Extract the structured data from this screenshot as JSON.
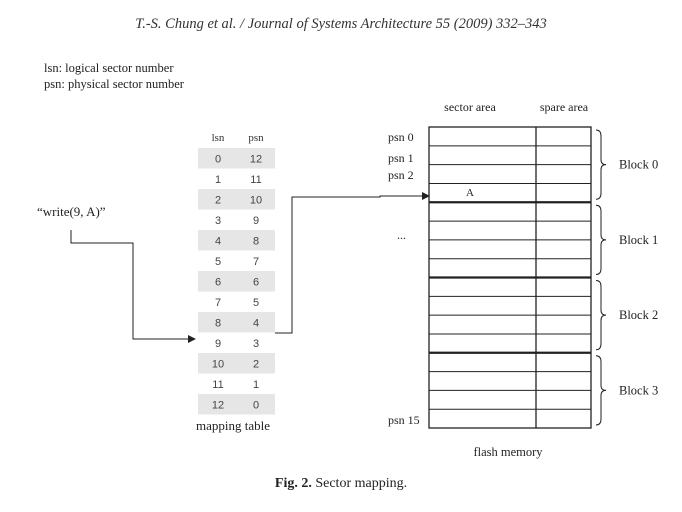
{
  "header": {
    "citation": "T.-S. Chung et al. / Journal of Systems Architecture 55 (2009) 332–343"
  },
  "legend": {
    "lsn": "lsn: logical sector number",
    "psn": "psn: physical sector number"
  },
  "command": "“write(9, A)”",
  "mapping_table": {
    "col_lsn": "lsn",
    "col_psn": "psn",
    "rows": [
      {
        "lsn": "0",
        "psn": "12"
      },
      {
        "lsn": "1",
        "psn": "11"
      },
      {
        "lsn": "2",
        "psn": "10"
      },
      {
        "lsn": "3",
        "psn": "9"
      },
      {
        "lsn": "4",
        "psn": "8"
      },
      {
        "lsn": "5",
        "psn": "7"
      },
      {
        "lsn": "6",
        "psn": "6"
      },
      {
        "lsn": "7",
        "psn": "5"
      },
      {
        "lsn": "8",
        "psn": "4"
      },
      {
        "lsn": "9",
        "psn": "3"
      },
      {
        "lsn": "10",
        "psn": "2"
      },
      {
        "lsn": "11",
        "psn": "1"
      },
      {
        "lsn": "12",
        "psn": "0"
      }
    ],
    "label": "mapping table"
  },
  "flash": {
    "col_sector": "sector area",
    "col_spare": "spare area",
    "psn_labels": [
      "psn 0",
      "psn 1",
      "psn 2"
    ],
    "psn_last": "psn 15",
    "ellipsis": "...",
    "written_value": "A",
    "blocks": [
      "Block 0",
      "Block 1",
      "Block 2",
      "Block 3"
    ],
    "label": "flash memory"
  },
  "caption": {
    "fig": "Fig. 2.",
    "text": "Sector mapping."
  }
}
